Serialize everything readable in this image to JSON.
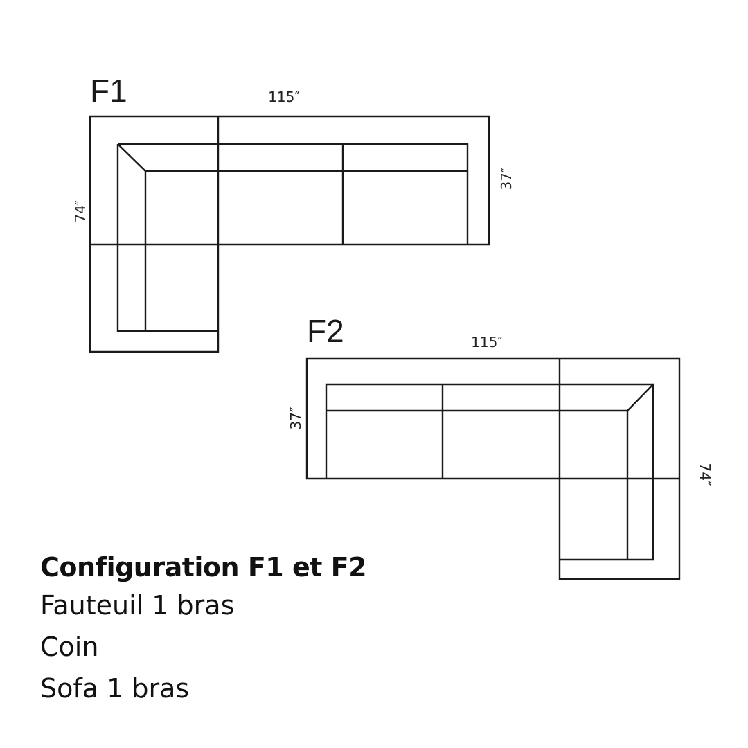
{
  "diagrams": [
    {
      "label": "F1",
      "width": "115″",
      "depth": "37″",
      "length": "74″"
    },
    {
      "label": "F2",
      "width": "115″",
      "depth": "37″",
      "length": "74″"
    }
  ],
  "caption": {
    "title": "Configuration F1 et F2",
    "items": [
      "Fauteuil 1 bras",
      "Coin",
      "Sofa 1 bras"
    ]
  }
}
